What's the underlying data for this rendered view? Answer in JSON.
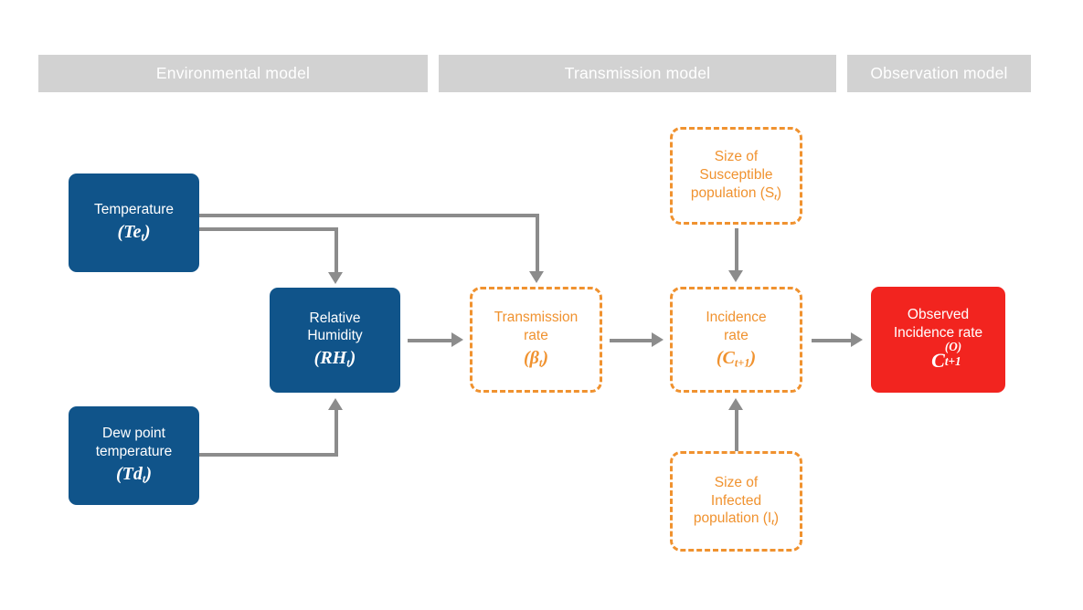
{
  "headers": [
    {
      "id": "environmental",
      "label": "Environmental model"
    },
    {
      "id": "transmission",
      "label": "Transmission model"
    },
    {
      "id": "observation",
      "label": "Observation model"
    }
  ],
  "nodes": {
    "temperature": {
      "line1": "Temperature",
      "symbol": "(Te",
      "symbol_sub": "t",
      "symbol_close": ")",
      "kind": "state-variable",
      "color": "#10548a"
    },
    "relative_humidity": {
      "line1": "Relative",
      "line2": "Humidity",
      "symbol": "(RH",
      "symbol_sub": "t",
      "symbol_close": ")",
      "kind": "state-variable",
      "color": "#10548a"
    },
    "dew_point": {
      "line1": "Dew point",
      "line2": "temperature",
      "symbol": "(Td",
      "symbol_sub": "t",
      "symbol_close": ")",
      "kind": "state-variable",
      "color": "#10548a"
    },
    "transmission_rate": {
      "line1": "Transmission",
      "line2": "rate",
      "symbol": "(β",
      "symbol_sub": "t",
      "symbol_close": ")",
      "kind": "latent-variable",
      "color": "#f0922f"
    },
    "susceptible_population": {
      "line1": "Size of",
      "line2": "Susceptible",
      "line3": "population (S",
      "symbol_sub": "t",
      "symbol_close": ")",
      "kind": "latent-variable",
      "color": "#f0922f"
    },
    "incidence_rate": {
      "line1": "Incidence",
      "line2": "rate",
      "symbol": "(C",
      "symbol_sub": "t+1",
      "symbol_close": ")",
      "kind": "latent-variable",
      "color": "#f0922f"
    },
    "infected_population": {
      "line1": "Size of",
      "line2": "Infected",
      "line3": "population (I",
      "symbol_sub": "t",
      "symbol_close": ")",
      "kind": "latent-variable",
      "color": "#f0922f"
    },
    "observed_incidence_rate": {
      "line1": "Observed",
      "line2": "Incidence rate",
      "symbol": "C",
      "symbol_sup": "(O)",
      "symbol_sub": "t+1",
      "kind": "observed-variable",
      "color": "#f2241f"
    }
  },
  "connectors": [
    {
      "id": "temperature-to-transmission-rate",
      "from": "temperature",
      "to": "transmission_rate"
    },
    {
      "id": "temperature-to-relative-humidity",
      "from": "temperature",
      "to": "relative_humidity"
    },
    {
      "id": "dew-point-to-relative-humidity",
      "from": "dew_point",
      "to": "relative_humidity"
    },
    {
      "id": "relative-humidity-to-transmission",
      "from": "relative_humidity",
      "to": "transmission_rate"
    },
    {
      "id": "transmission-to-incidence",
      "from": "transmission_rate",
      "to": "incidence_rate"
    },
    {
      "id": "susceptible-to-incidence",
      "from": "susceptible_population",
      "to": "incidence_rate"
    },
    {
      "id": "infected-to-incidence",
      "from": "infected_population",
      "to": "incidence_rate"
    },
    {
      "id": "incidence-to-observed",
      "from": "incidence_rate",
      "to": "observed_incidence_rate"
    }
  ],
  "palette": {
    "header_bar": "#d2d2d2",
    "header_text": "#ffffff",
    "blue_box": "#10548a",
    "orange_dashed": "#f0922f",
    "red_box": "#f2241f",
    "arrow": "#8c8c8c",
    "background": "#ffffff"
  }
}
